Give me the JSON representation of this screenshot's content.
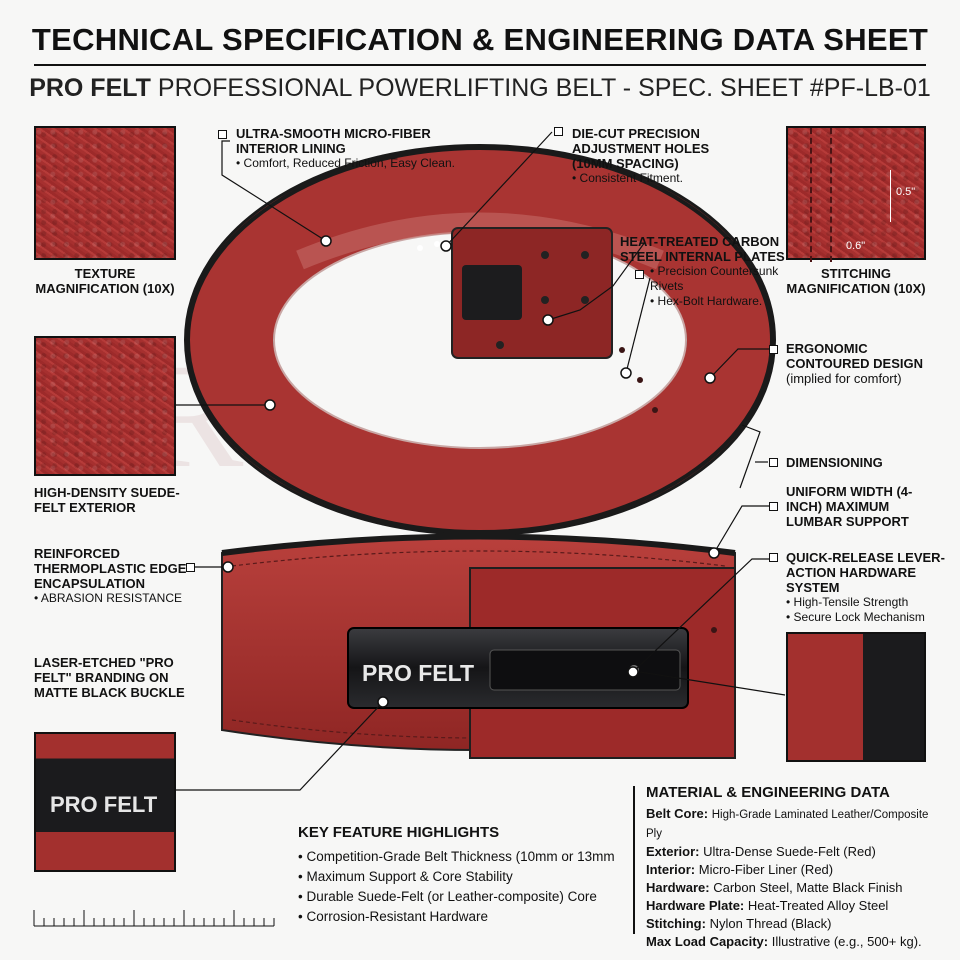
{
  "header": {
    "title": "TECHNICAL SPECIFICATION & ENGINEERING DATA SHEET",
    "subtitle_brand": "PRO FELT",
    "subtitle_rest": "PROFESSIONAL POWERLIFTING BELT - SPEC. SHEET #PF-LB-01"
  },
  "thumbnails": {
    "texture_caption": "TEXTURE\nMAGNIFICATION (10X)",
    "stitching_caption": "STITCHING\nMAGNIFICATION (10X)",
    "stitch_dim_vertical": "0.5\"",
    "stitch_dim_horizontal": "0.6\""
  },
  "callouts": {
    "lining_title": "ULTRA-SMOOTH MICRO-FIBER INTERIOR LINING",
    "lining_note": "• Comfort, Reduced Friction, Easy Clean.",
    "holes_title": "DIE-CUT PRECISION ADJUSTMENT HOLES (10MM SPACING)",
    "holes_note": "• Consistent Fitment.",
    "plates_title": "HEAT-TREATED CARBON STEEL INTERNAL PLATES",
    "plates_note1": "• Precision Countersunk Rivets",
    "plates_note2": "• Hex-Bolt Hardware.",
    "ergonomic_title": "ERGONOMIC CONTOURED DESIGN",
    "ergonomic_note": "(implied for comfort)",
    "dimensioning": "DIMENSIONING",
    "width_title": "UNIFORM WIDTH (4-INCH) MAXIMUM LUMBAR SUPPORT",
    "exterior_title": "HIGH-DENSITY SUEDE-FELT EXTERIOR",
    "edge_title": "REINFORCED THERMOPLASTIC EDGE ENCAPSULATION",
    "edge_note": "• ABRASION RESISTANCE",
    "laser_title": "LASER-ETCHED \"PRO FELT\" BRANDING ON MATTE BLACK BUCKLE",
    "lever_title": "QUICK-RELEASE LEVER-ACTION HARDWARE SYSTEM",
    "lever_note1": "• High-Tensile Strength",
    "lever_note2": "• Secure Lock Mechanism"
  },
  "brand_text": "PRO FELT",
  "key_features": {
    "title": "KEY FEATURE HIGHLIGHTS",
    "items": [
      "Competition-Grade Belt Thickness (10mm or 13mm",
      "Maximum Support & Core Stability",
      "Durable Suede-Felt (or Leather-composite) Core",
      "Corrosion-Resistant Hardware"
    ]
  },
  "material_data": {
    "title": "MATERIAL & ENGINEERING DATA",
    "rows": [
      {
        "k": "Belt Core:",
        "v": "High-Grade Laminated Leather/Composite Ply"
      },
      {
        "k": "Exterior:",
        "v": "Ultra-Dense Suede-Felt (Red)"
      },
      {
        "k": "Interior:",
        "v": "Micro-Fiber Liner (Red)"
      },
      {
        "k": "Hardware:",
        "v": "Carbon Steel, Matte Black Finish"
      },
      {
        "k": "Hardware Plate:",
        "v": "Heat-Treated Alloy Steel"
      },
      {
        "k": "Stitching:",
        "v": "Nylon Thread (Black)"
      },
      {
        "k": "Max Load Capacity:",
        "v": "Illustrative (e.g., 500+ kg)."
      }
    ]
  },
  "colors": {
    "belt_red": "#a52f2d",
    "belt_dark": "#7a1f1e",
    "buckle_black": "#1c1c1e"
  }
}
